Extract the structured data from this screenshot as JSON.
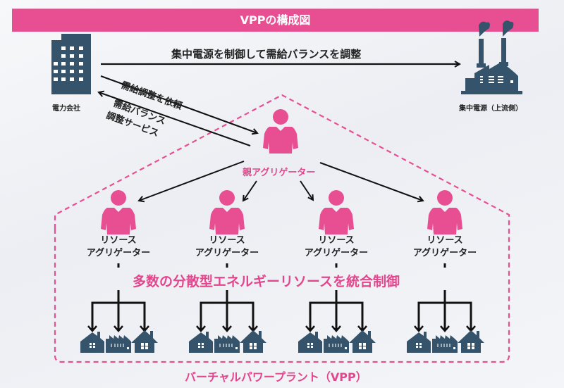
{
  "title": "VPPの構成図",
  "colors": {
    "accent": "#e84f93",
    "icon": "#35536a",
    "arrow": "#111111"
  },
  "power_company": {
    "label": "電力会社",
    "icon": "office-building-icon"
  },
  "central_plant": {
    "label": "集中電源（上流側）",
    "icon": "factory-icon"
  },
  "top_arrow_label": "集中電源を制御して需給バランスを調整",
  "request_label": "需給調整を依頼",
  "service_label_line1": "需給バランス",
  "service_label_line2": "調整サービス",
  "parent_aggregator": {
    "label": "親アグリゲーター",
    "icon": "person-icon"
  },
  "resource_aggregators": [
    {
      "line1": "リソース",
      "line2": "アグリゲーター"
    },
    {
      "line1": "リソース",
      "line2": "アグリゲーター"
    },
    {
      "line1": "リソース",
      "line2": "アグリゲーター"
    },
    {
      "line1": "リソース",
      "line2": "アグリゲーター"
    }
  ],
  "distributed_label": "多数の分散型エネルギーリソースを統合制御",
  "resource_icons": [
    "house-icon",
    "factory-icon",
    "home-icon"
  ],
  "vpp_label": "バーチャルパワープラント（VPP）"
}
